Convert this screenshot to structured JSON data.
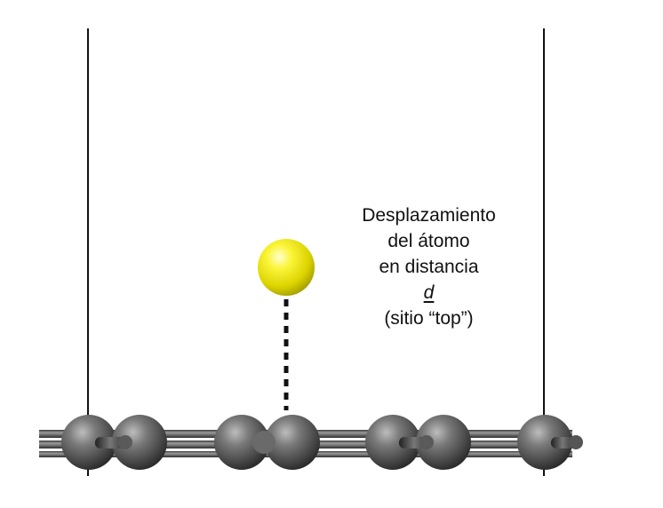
{
  "annotation": {
    "line1": "Desplazamiento",
    "line2": "del átomo",
    "line3": "en distancia",
    "variable": "d",
    "site": "(sitio “top”)"
  },
  "colors": {
    "adatom": "#f2ec00",
    "substrate_atom": "#555555",
    "bond": "#5a5a5a",
    "cell_boundary": "#111111",
    "displacement_line": "#111111",
    "background": "#ffffff"
  },
  "structure": {
    "adatom_element_color": "yellow",
    "substrate_element_color": "grey",
    "displacement_style": "dashed",
    "site_type": "top"
  }
}
